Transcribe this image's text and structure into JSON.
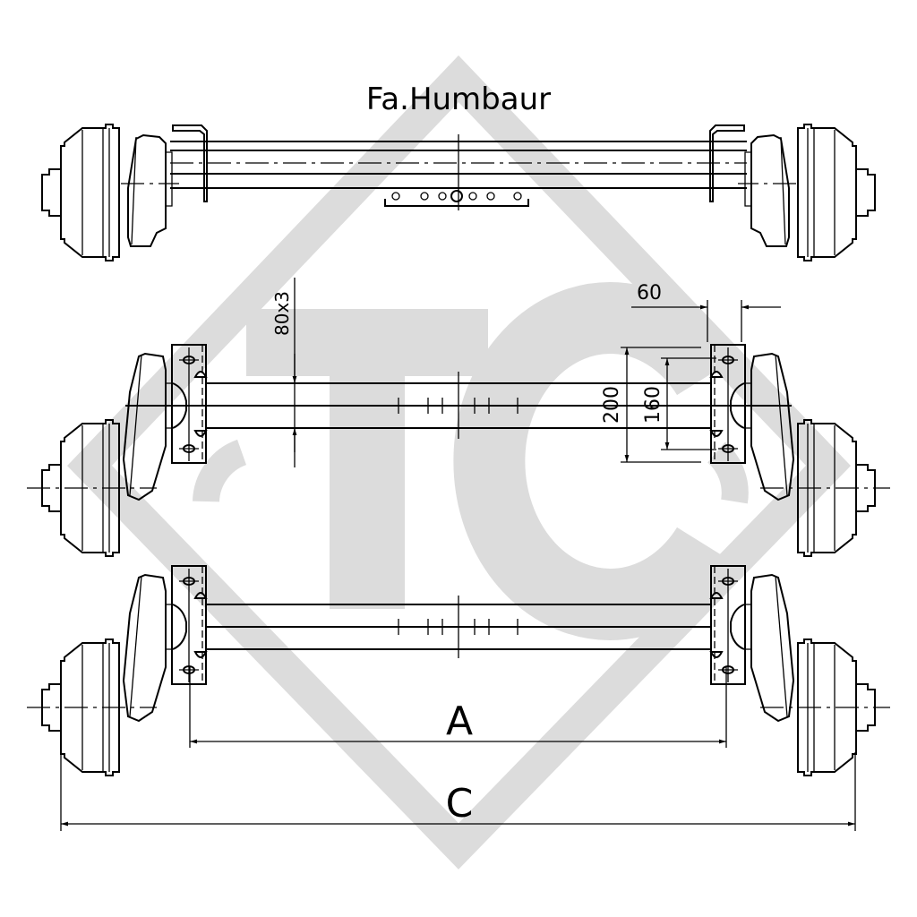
{
  "title": "Fa.Humbaur",
  "watermark": {
    "text": "TC",
    "color": "#dcdcdc"
  },
  "dimensions": {
    "tube_profile": "80x3",
    "bracket_width": "60",
    "bracket_height": "200",
    "hole_spacing": "160",
    "track_label": "A",
    "overall_label": "C"
  }
}
